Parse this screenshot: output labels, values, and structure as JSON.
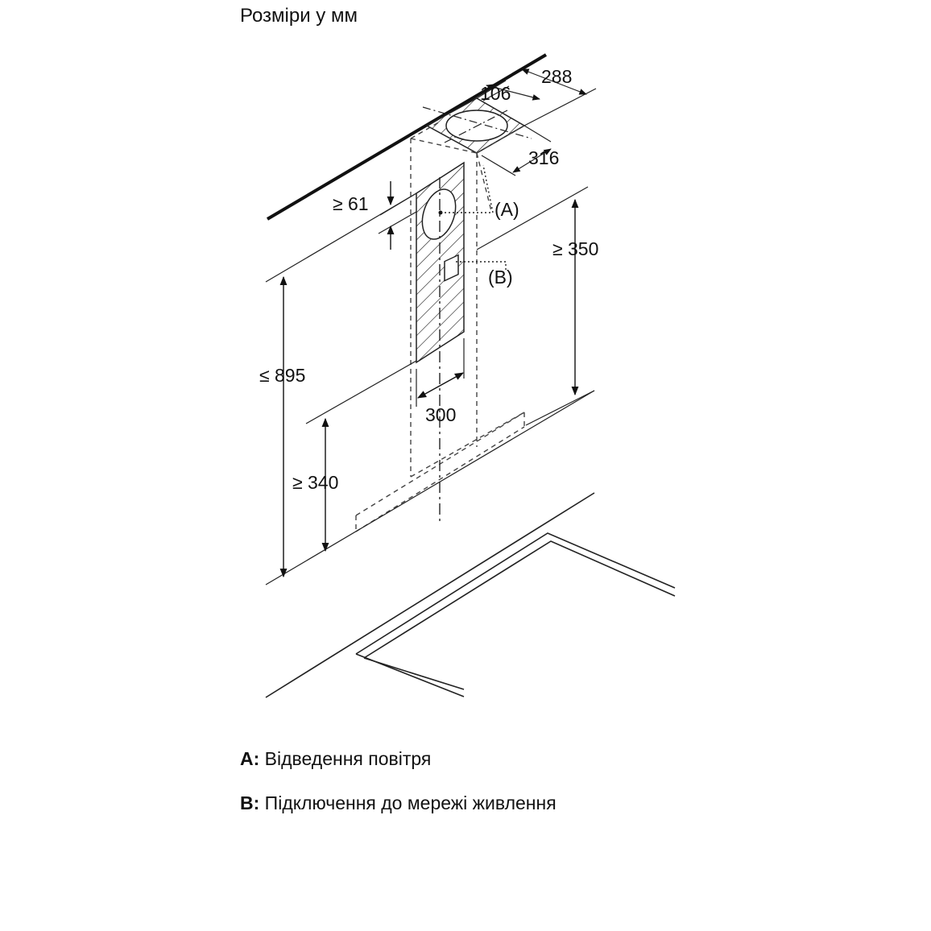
{
  "title": "Розміри у мм",
  "dimensions": {
    "d288": "288",
    "d106": "106",
    "d316": "316",
    "d61": "≥ 61",
    "d350": "≥ 350",
    "d895": "≤ 895",
    "d300": "300",
    "d340": "≥ 340"
  },
  "markers": {
    "a": {
      "open": "(",
      "letter": "A",
      "close": ")"
    },
    "b": {
      "open": "(",
      "letter": "B",
      "close": ")"
    }
  },
  "legend": [
    {
      "key": "A:",
      "text": "Відведення повітря"
    },
    {
      "key": "B:",
      "text": "Підключення до мережі живлення"
    }
  ]
}
